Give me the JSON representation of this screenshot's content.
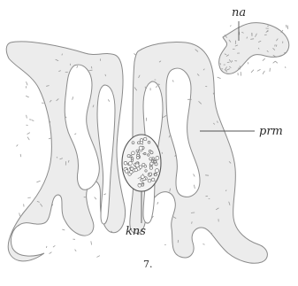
{
  "figure": {
    "figure_number": "7.",
    "labels": {
      "na": "na",
      "prm": "prm",
      "kns": "kns"
    },
    "colors": {
      "background": "#ffffff",
      "tissue_fill": "#ececec",
      "outline": "#8a8a8a",
      "ink": "#2b2b2b"
    }
  }
}
